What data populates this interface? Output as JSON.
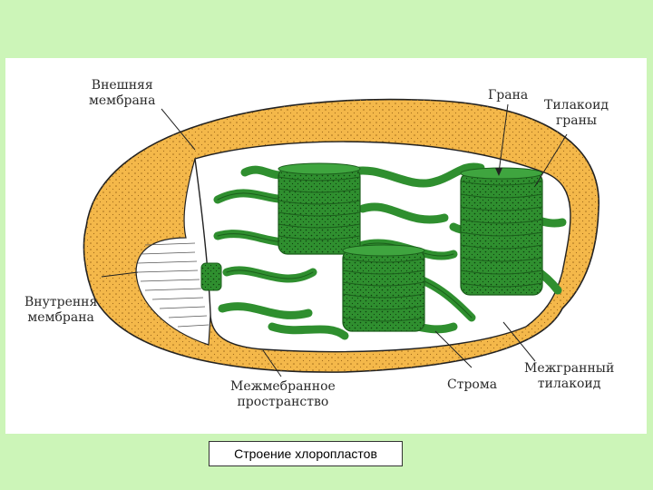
{
  "colors": {
    "slide_background": "#ccf5b8",
    "outer_membrane": "#f4b84a",
    "thylakoid": "#2f8f2f",
    "thylakoid_dark": "#1b5e1b"
  },
  "labels": {
    "outer_membrane": [
      "Внешняя",
      "мембрана"
    ],
    "granum": "Грана",
    "granum_thylakoid": [
      "Тилакоид",
      "граны"
    ],
    "inner_membrane": [
      "Внутрення",
      "мембрана"
    ],
    "intermembrane_space": [
      "Межмебранное",
      "пространство"
    ],
    "stroma": "Строма",
    "intergranal_thylakoid": [
      "Межгранный",
      "тилакоид"
    ]
  },
  "caption": "Строение хлоропластов"
}
